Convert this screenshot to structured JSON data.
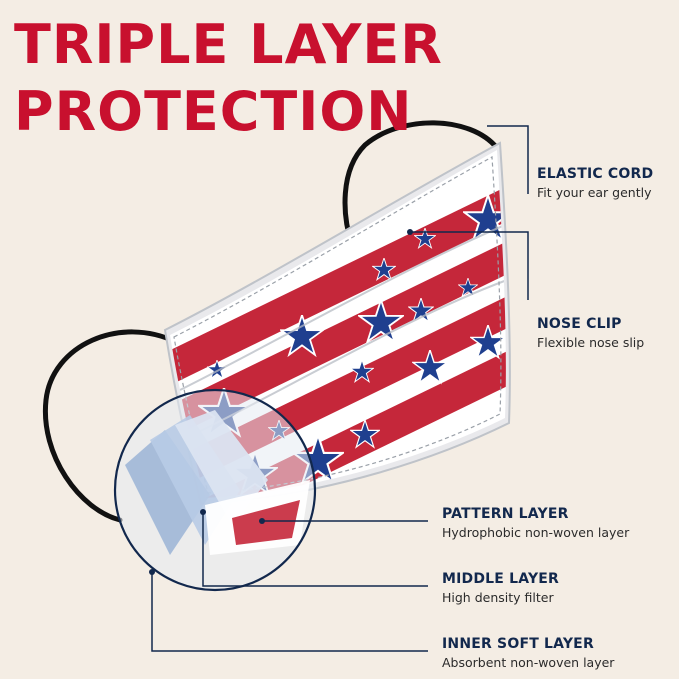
{
  "title": {
    "line1": "TRIPLE LAYER",
    "line2": "PROTECTION"
  },
  "colors": {
    "accent_red": "#c8102e",
    "navy": "#12284d",
    "stripe_red": "#c5273a",
    "star_blue": "#1f3f8f",
    "background": "#f4ede4"
  },
  "callouts": {
    "elastic_cord": {
      "name": "ELASTIC CORD",
      "desc": "Fit your ear gently"
    },
    "nose_clip": {
      "name": "NOSE CLIP",
      "desc": "Flexible nose slip"
    },
    "pattern_layer": {
      "name": "PATTERN LAYER",
      "desc": "Hydrophobic non-woven layer"
    },
    "middle_layer": {
      "name": "MIDDLE LAYER",
      "desc": "High density filter"
    },
    "inner_soft_layer": {
      "name": "INNER SOFT LAYER",
      "desc": "Absorbent non-woven layer"
    }
  }
}
